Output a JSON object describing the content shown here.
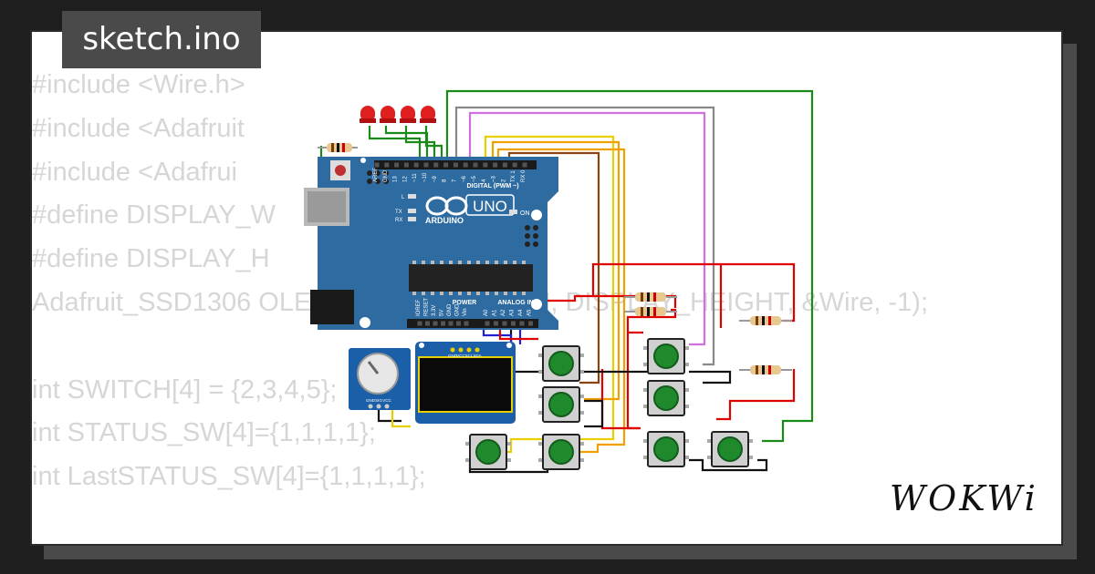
{
  "title": "sketch.ino",
  "code_lines": [
    "#include <Wire.h>",
    "#include <Adafruit",
    "#include <Adafrui",
    "#define DISPLAY_W",
    "#define DISPLAY_H",
    "Adafruit_SSD1306 OLED(DISPLAY_WIDTH, DISPLAY_HEIGHT, &Wire, -1);",
    "",
    "int SWITCH[4] = {2,3,4,5};",
    "int STATUS_SW[4]={1,1,1,1};",
    "int LastSTATUS_SW[4]={1,1,1,1};"
  ],
  "board": {
    "brand": "ARDUINO",
    "model": "UNO",
    "digital_label": "DIGITAL (PWM ~)",
    "power_label": "POWER",
    "analog_label": "ANALOG IN",
    "on_label": "ON",
    "led_labels": [
      "L",
      "TX",
      "RX"
    ],
    "top_pin_labels": [
      "AREF",
      "GND",
      "13",
      "12",
      "~11",
      "~10",
      "~9",
      "8",
      "7",
      "~6",
      "~5",
      "4",
      "~3",
      "2",
      "TX 1",
      "RX 0"
    ],
    "power_pin_labels": [
      "IOREF",
      "RESET",
      "3.3V",
      "5V",
      "GND",
      "GND",
      "Vin"
    ],
    "analog_pin_labels": [
      "A0",
      "A1",
      "A2",
      "A3",
      "A4",
      "A5"
    ]
  },
  "oled_pin_labels": [
    "GND",
    "VCC",
    "SCL",
    "SDA"
  ],
  "pot_pin_labels": [
    "GND",
    "SIG",
    "VCC"
  ],
  "logo": "WOKWi",
  "colors": {
    "background": "#1e1e1e",
    "card": "#ffffff",
    "code_text": "#d6d6d6",
    "tab": "#4a4a4a",
    "board": "#2e6ba1",
    "led": "#e02020",
    "button_cap": "#1f8a2c",
    "wire_red": "#e00000",
    "wire_green": "#1a8a1a",
    "wire_orange": "#f0a000",
    "wire_yellow": "#e8d000",
    "wire_violet": "#d070e0",
    "wire_gray": "#888888",
    "wire_brown": "#8b4513",
    "wire_black": "#111111",
    "wire_blue": "#2020d0"
  }
}
